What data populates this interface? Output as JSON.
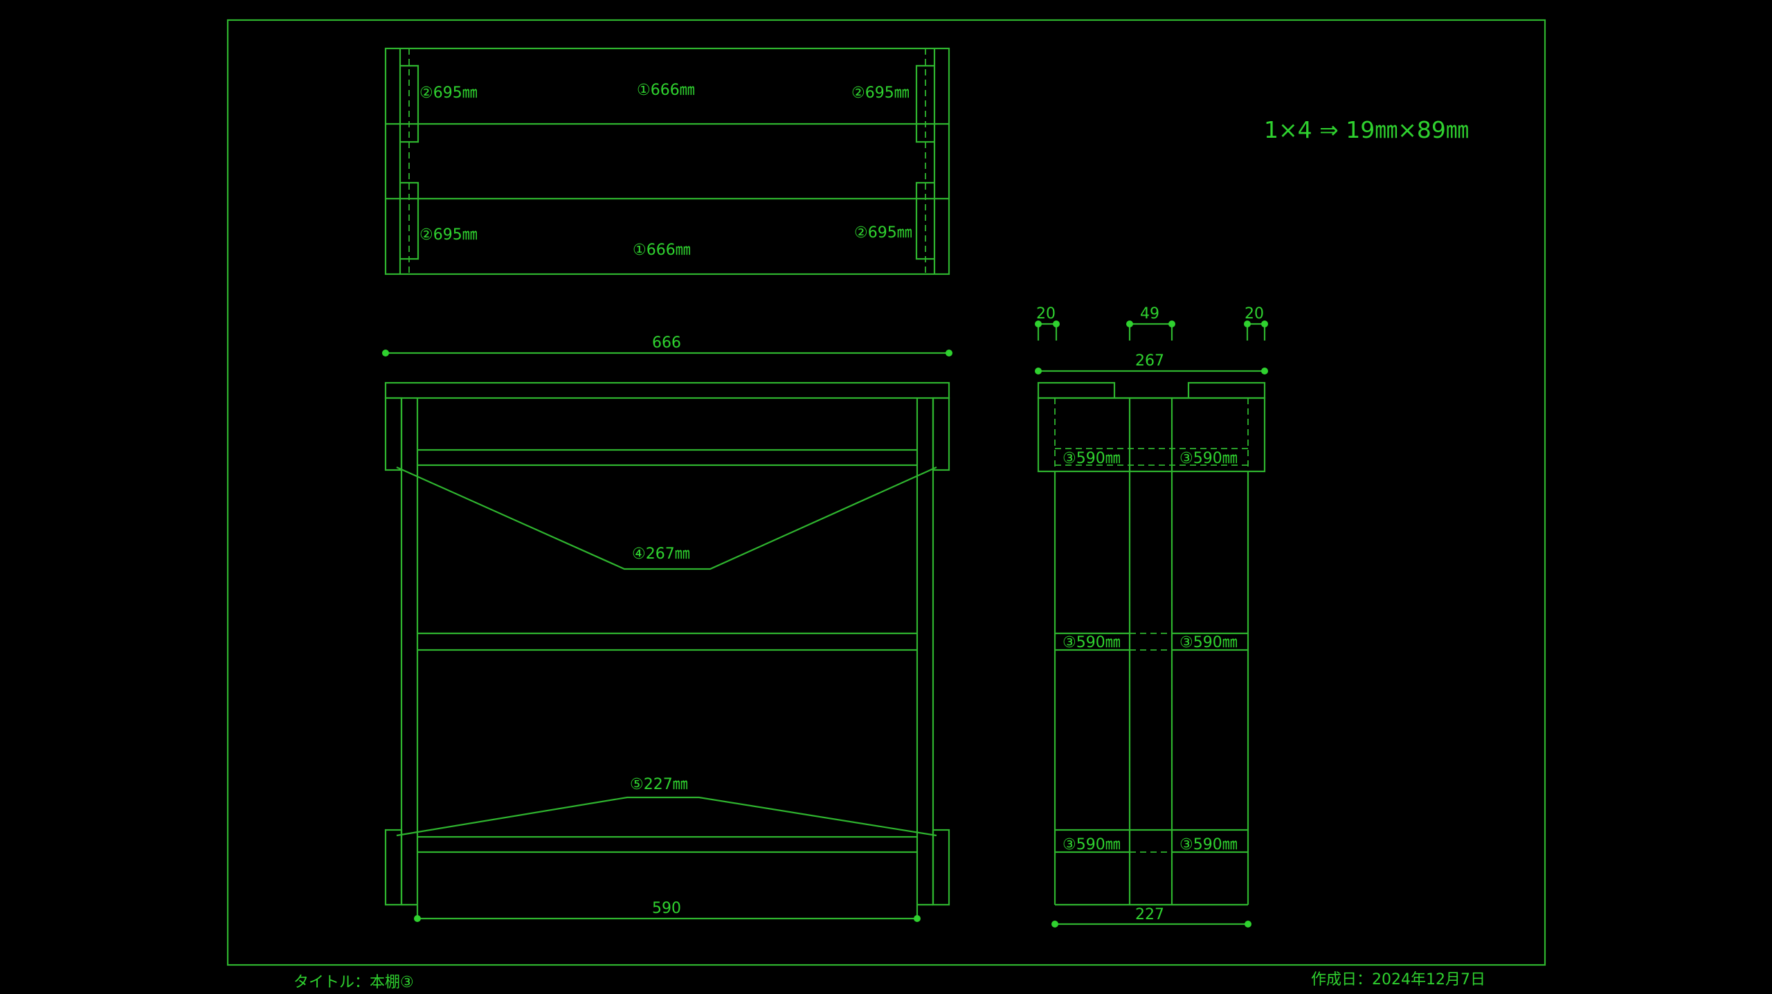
{
  "spec_note": "1×4 ⇒ 19㎜×89㎜",
  "top_view": {
    "labels": {
      "top_left": "②695㎜",
      "top_center": "①666㎜",
      "top_right": "②695㎜",
      "bottom_left": "②695㎜",
      "bottom_center": "①666㎜",
      "bottom_right": "②695㎜"
    }
  },
  "front_view": {
    "dim_top": "666",
    "dim_bottom": "590",
    "label_upper_brace": "④267㎜",
    "label_lower_brace": "⑤227㎜"
  },
  "side_view": {
    "dim_left_gap": "20",
    "dim_center_gap": "49",
    "dim_right_gap": "20",
    "dim_width": "267",
    "dim_bottom": "227",
    "leg_labels": {
      "top_left": "③590㎜",
      "top_right": "③590㎜",
      "mid_left": "③590㎜",
      "mid_right": "③590㎜",
      "bot_left": "③590㎜",
      "bot_right": "③590㎜"
    }
  },
  "footer": {
    "title": "タイトル：本棚③",
    "date": "作成日：2024年12月7日"
  }
}
